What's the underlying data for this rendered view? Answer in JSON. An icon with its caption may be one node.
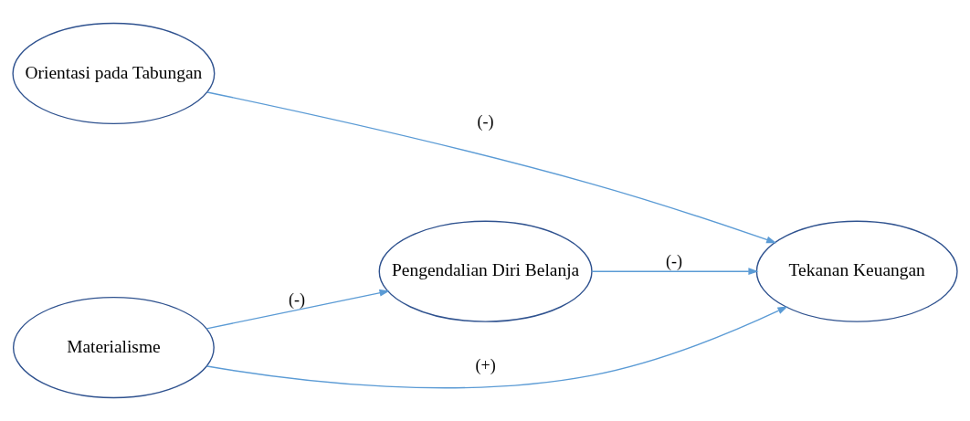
{
  "diagram": {
    "nodes": [
      {
        "text": [
          "Orientasi pada Tabungan"
        ]
      },
      {
        "text": [
          "Pengendalian Diri Belanja"
        ]
      },
      {
        "text": [
          "Tekanan Keuangan"
        ]
      },
      {
        "text": [
          "Materialisme"
        ]
      }
    ],
    "edges": [
      {
        "from": 0,
        "to": 2,
        "arrow": "to",
        "label": "(-)"
      },
      {
        "from": 3,
        "to": 1,
        "arrow": "to",
        "label": "(-)"
      },
      {
        "from": 1,
        "to": 2,
        "arrow": "to",
        "label": "(-)"
      },
      {
        "from": 3,
        "to": 2,
        "arrow": "to",
        "label": "(+)"
      }
    ]
  }
}
